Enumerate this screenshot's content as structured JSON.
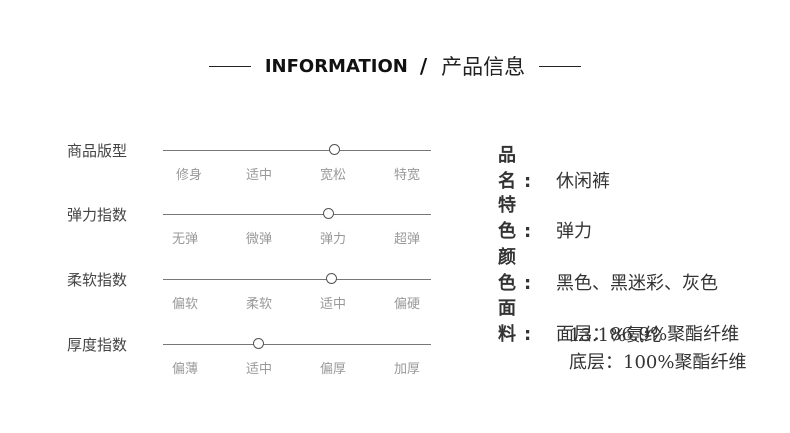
{
  "header": {
    "title_en": "INFORMATION",
    "slash": "/",
    "title_cn": "产品信息"
  },
  "scales": [
    {
      "label": "商品版型",
      "options": [
        "修身",
        "适中",
        "宽松",
        "特宽"
      ],
      "value_fraction": 0.64
    },
    {
      "label": "弹力指数",
      "options": [
        "无弹",
        "微弹",
        "弹力",
        "超弹"
      ],
      "value_fraction": 0.62
    },
    {
      "label": "柔软指数",
      "options": [
        "偏软",
        "柔软",
        "适中",
        "偏硬"
      ],
      "value_fraction": 0.63
    },
    {
      "label": "厚度指数",
      "options": [
        "偏薄",
        "适中",
        "偏厚",
        "加厚"
      ],
      "value_fraction": 0.36
    }
  ],
  "info": {
    "name": {
      "key": "品 名:",
      "value": "休闲裤"
    },
    "feature": {
      "key": "特 色:",
      "value": "弹力"
    },
    "color": {
      "key": "颜 色:",
      "value": "黑色、黑迷彩、灰色"
    },
    "fabric": {
      "key": "面 料:",
      "lines": [
        "面层：86.9%聚酯纤维",
        "13.1%氨纶",
        "底层：100%聚酯纤维"
      ]
    }
  }
}
